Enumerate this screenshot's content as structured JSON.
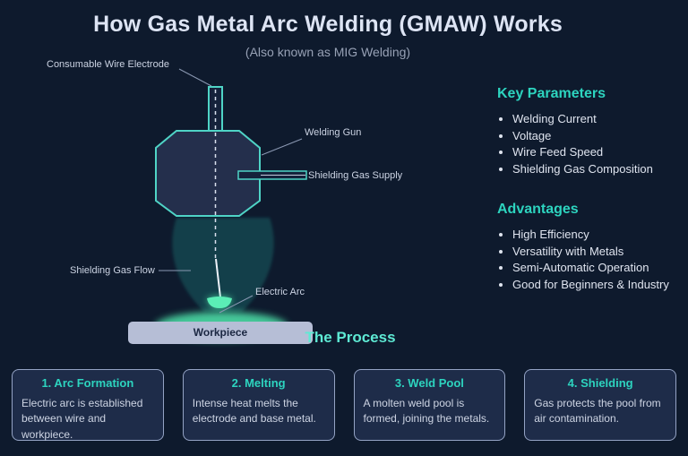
{
  "header": {
    "title": "How Gas Metal Arc Welding (GMAW) Works",
    "subtitle": "(Also known as MIG Welding)"
  },
  "diagram": {
    "label_electrode": "Consumable Wire Electrode",
    "label_gun": "Welding Gun",
    "label_gas_supply": "Shielding Gas Supply",
    "label_gas_flow": "Shielding Gas Flow",
    "label_arc": "Electric Arc",
    "label_workpiece": "Workpiece"
  },
  "key_parameters": {
    "heading": "Key Parameters",
    "items": [
      "Welding Current",
      "Voltage",
      "Wire Feed Speed",
      "Shielding Gas Composition"
    ]
  },
  "advantages": {
    "heading": "Advantages",
    "items": [
      "High Efficiency",
      "Versatility with Metals",
      "Semi-Automatic Operation",
      "Good for Beginners & Industry"
    ]
  },
  "process": {
    "heading": "The Process",
    "steps": [
      {
        "title": "1. Arc Formation",
        "description": "Electric arc is established between wire and workpiece."
      },
      {
        "title": "2. Melting",
        "description": "Intense heat melts the electrode and base metal."
      },
      {
        "title": "3. Weld Pool",
        "description": "A molten weld pool is formed, joining the metals."
      },
      {
        "title": "4. Shielding",
        "description": "Gas protects the pool from air contamination."
      }
    ]
  },
  "colors": {
    "background": "#0e1a2d",
    "accent_teal": "#2dd4bf",
    "mint_heading": "#5eead4",
    "arc_green": "#4fe6ac",
    "outline_teal": "#4fd4c6",
    "card_background": "#1e2c49",
    "card_border": "#94a3c4",
    "workpiece_fill": "#b6bed6",
    "title_text": "#dde4f4",
    "subtitle_text": "#97a1b5"
  }
}
